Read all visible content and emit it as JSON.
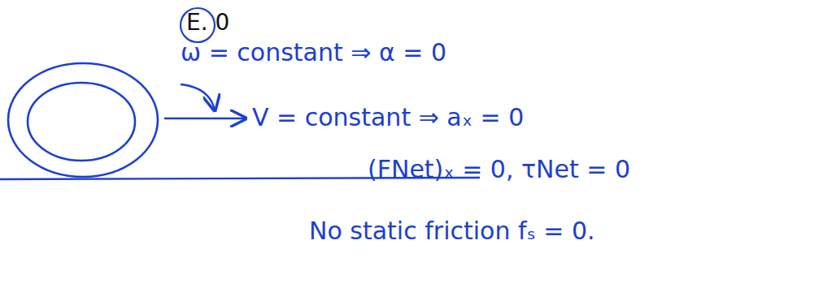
{
  "diagram": {
    "labels": [
      "E. 0",
      "ω = constant ⇒ α = 0",
      "V = constant ⇒ aₓ = 0",
      "(FNet)ₓ = 0,  τNet = 0",
      "No static friction fₛ = 0."
    ]
  }
}
